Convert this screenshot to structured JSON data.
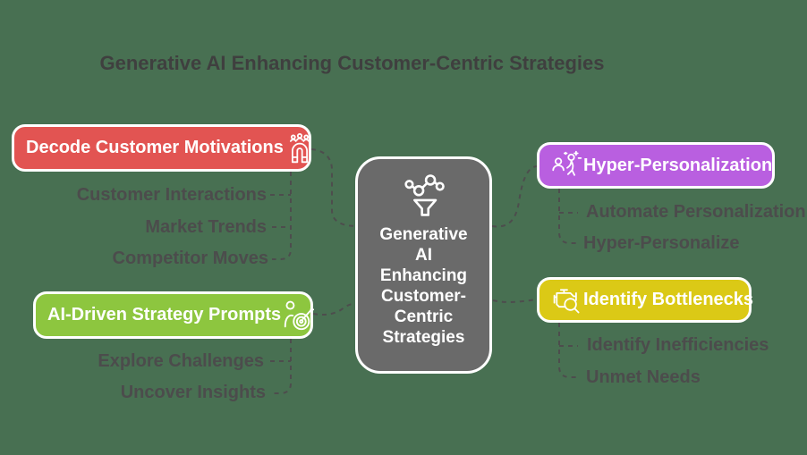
{
  "title": "Generative AI Enhancing Customer-Centric Strategies",
  "center": {
    "label": "Generative AI Enhancing Customer-Centric Strategies",
    "icon": "network-funnel-icon",
    "lines": [
      "Generative",
      "AI",
      "Enhancing",
      "Customer-",
      "Centric",
      "Strategies"
    ]
  },
  "branches": {
    "decode": {
      "label": "Decode Customer Motivations",
      "color": "#e25452",
      "icon": "magnet-attract-icon",
      "items": [
        "Customer Interactions",
        "Market Trends",
        "Competitor Moves"
      ]
    },
    "strategy": {
      "label": "AI-Driven Strategy Prompts",
      "color": "#8dc63f",
      "icon": "person-target-icon",
      "items": [
        "Explore Challenges",
        "Uncover Insights"
      ]
    },
    "personalization": {
      "label": "Hyper-Personalization",
      "color": "#b95fe0",
      "icon": "people-sparkle-icon",
      "items": [
        "Automate Personalization",
        "Hyper-Personalize"
      ]
    },
    "bottlenecks": {
      "label": "Identify Bottlenecks",
      "color": "#dbc916",
      "icon": "engine-magnifier-icon",
      "items": [
        "Identify Inefficiencies",
        "Unmet Needs"
      ]
    }
  },
  "colors": {
    "background": "#487052",
    "center_fill": "#6a6a6a",
    "title_text": "#3f3f3f",
    "leaf_text": "#4c4c4c",
    "connector": "#4d4d4d",
    "node_text": "#ffffff"
  }
}
